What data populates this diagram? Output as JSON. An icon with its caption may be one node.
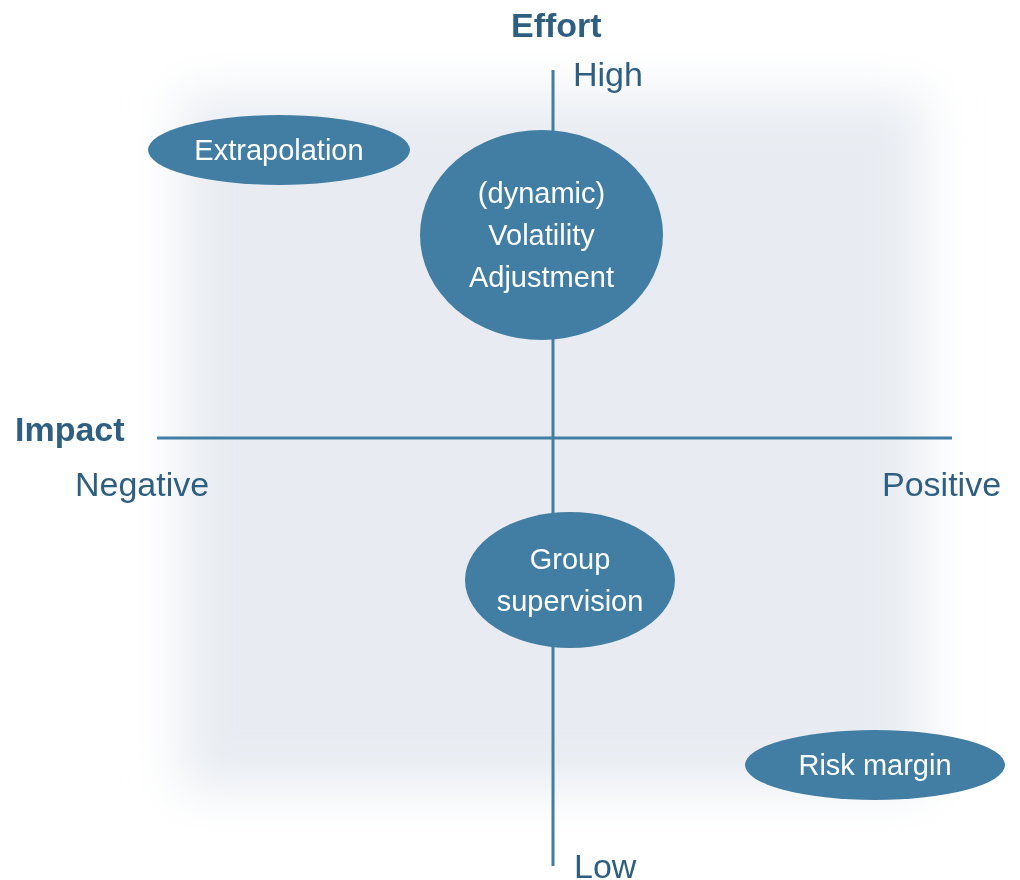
{
  "diagram": {
    "nodes": [
      {
        "text": [
          "Extrapolation"
        ]
      },
      {
        "text": [
          "(dynamic) Volatility Adjustment"
        ]
      },
      {
        "text": [
          "Group supervision"
        ]
      },
      {
        "text": [
          "Risk margin"
        ]
      }
    ],
    "labels": [
      "Effort",
      "High",
      "Impact",
      "Negative",
      "Positive",
      "Low"
    ]
  }
}
